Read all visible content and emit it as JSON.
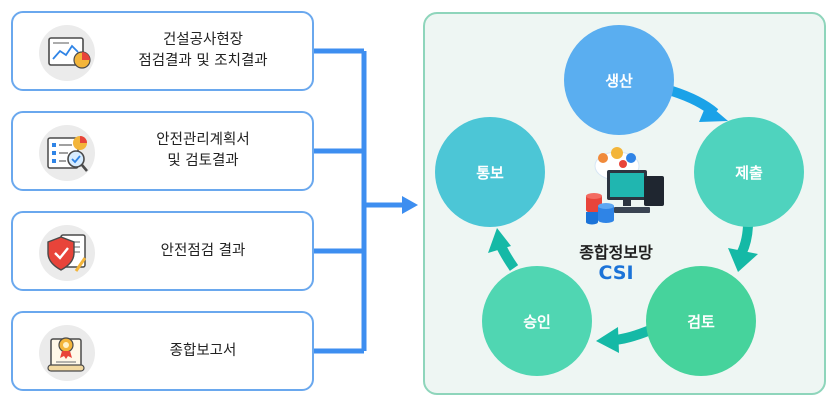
{
  "documents": [
    {
      "label": "건설공사현장\n점검결과 및 조치결과",
      "icon": "report-chart-icon"
    },
    {
      "label": "안전관리계획서\n및 검토결과",
      "icon": "checklist-magnifier-icon"
    },
    {
      "label": "안전점검 결과",
      "icon": "shield-check-document-icon"
    },
    {
      "label": "종합보고서",
      "icon": "certificate-scroll-icon"
    }
  ],
  "cycle": {
    "stages": [
      {
        "label": "생산",
        "color": "#5aaef0"
      },
      {
        "label": "제출",
        "color": "#4fd3be"
      },
      {
        "label": "검토",
        "color": "#46d39c"
      },
      {
        "label": "승인",
        "color": "#50d6b2"
      },
      {
        "label": "통보",
        "color": "#4cc6d6"
      }
    ],
    "center_title": "종합정보망",
    "center_subtitle": "CSI",
    "center_icon": "computer-database-gear-icon"
  },
  "colors": {
    "box_border": "#6aa8ee",
    "connector": "#3d8ef0",
    "panel_border": "#8ed5bb",
    "panel_bg": "#eef6f3",
    "arrow_blue": "#1aa2e8",
    "arrow_teal": "#15b9a6",
    "subtitle": "#1b73d8"
  }
}
